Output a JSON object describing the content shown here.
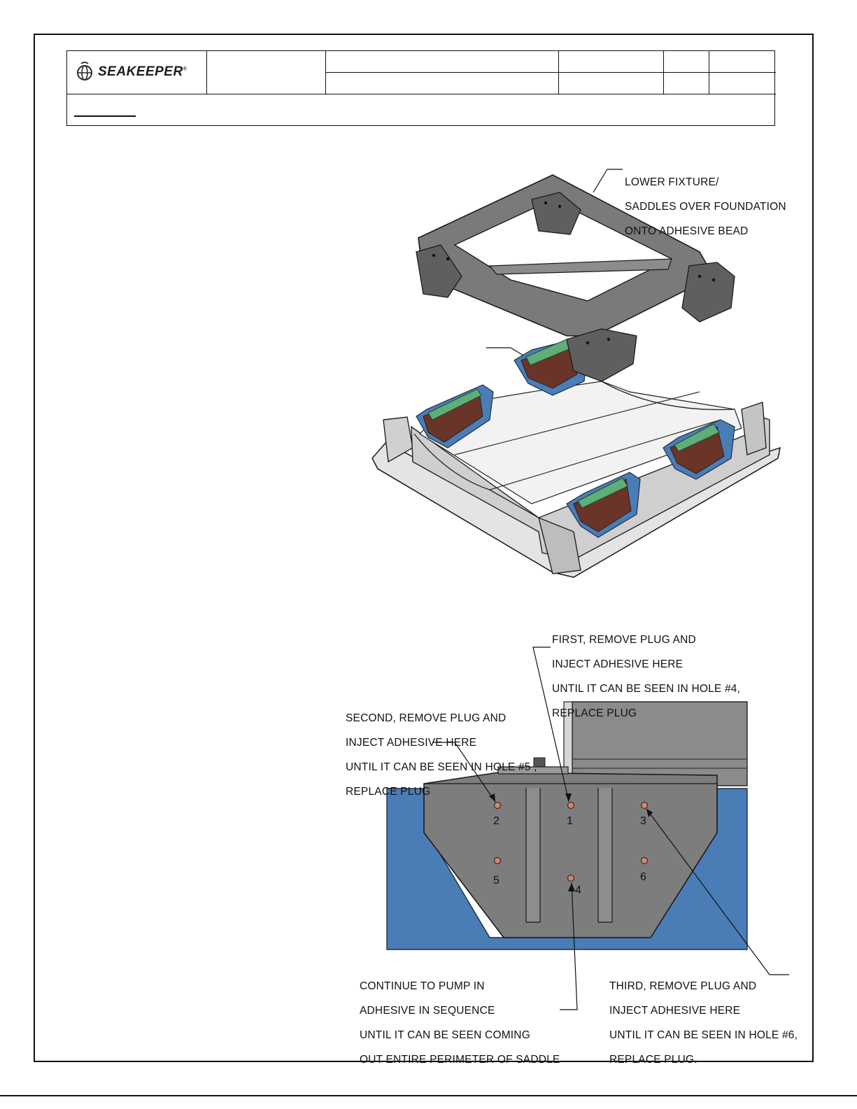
{
  "title_block": {
    "brand": "SEAKEEPER",
    "brand_mark": "®"
  },
  "callouts": {
    "lower_fixture": [
      "LOWER FIXTURE/",
      "SADDLES OVER FOUNDATION",
      "ONTO ADHESIVE BEAD"
    ],
    "first": [
      "FIRST, REMOVE PLUG AND",
      "INJECT ADHESIVE HERE",
      "UNTIL IT CAN BE SEEN IN HOLE #4,",
      "REPLACE PLUG"
    ],
    "second": [
      "SECOND, REMOVE PLUG AND",
      "INJECT ADHESIVE HERE",
      "UNTIL IT CAN BE SEEN IN HOLE #5 ,",
      "REPLACE PLUG"
    ],
    "third": [
      "THIRD, REMOVE PLUG AND",
      "INJECT ADHESIVE HERE",
      "UNTIL IT CAN BE SEEN IN HOLE #6,",
      "REPLACE PLUG."
    ],
    "continue": [
      "CONTINUE TO PUMP IN",
      "ADHESIVE IN SEQUENCE",
      "UNTIL IT CAN BE SEEN COMING",
      "OUT ENTIRE PERIMETER OF SADDLE"
    ]
  },
  "holes": {
    "h1": "1",
    "h2": "2",
    "h3": "3",
    "h4": "4",
    "h5": "5",
    "h6": "6"
  },
  "colors": {
    "steel": "#6e6e6e",
    "steel_light": "#8a8a8a",
    "foundation": "#d9d9d9",
    "adhesive_blue": "#4a7db5",
    "saddle_brown": "#6b3428",
    "saddle_green": "#5fae7a",
    "plug": "#c98a74"
  }
}
